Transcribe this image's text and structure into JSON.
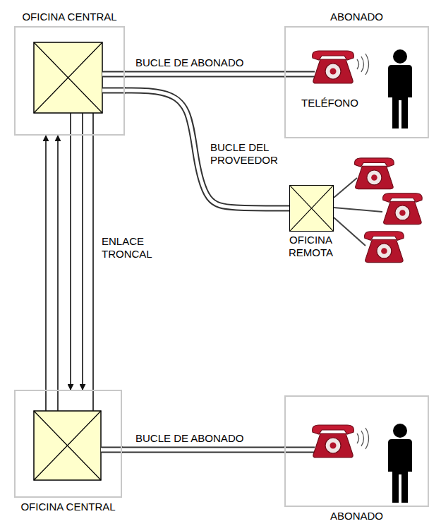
{
  "diagram": {
    "nodes": [
      {
        "text": [
          "OFICINA CENTRAL"
        ]
      },
      {
        "text": [
          "ABONADO",
          "TELÉFONO"
        ]
      },
      {
        "text": [
          "OFICINA REMOTA"
        ]
      },
      {
        "text": [
          "OFICINA CENTRAL"
        ]
      },
      {
        "text": [
          "ABONADO"
        ]
      }
    ],
    "edges": [
      {
        "from": 0,
        "to": 1,
        "label": "BUCLE DE ABONADO",
        "arrow": "none"
      },
      {
        "from": 0,
        "to": 2,
        "label": "BUCLE DEL PROVEEDOR",
        "arrow": "none"
      },
      {
        "from": 0,
        "to": 3,
        "label": "ENLACE TRONCAL",
        "arrow": "both"
      },
      {
        "from": 3,
        "to": 4,
        "label": "BUCLE DE ABONADO",
        "arrow": "none"
      }
    ]
  }
}
